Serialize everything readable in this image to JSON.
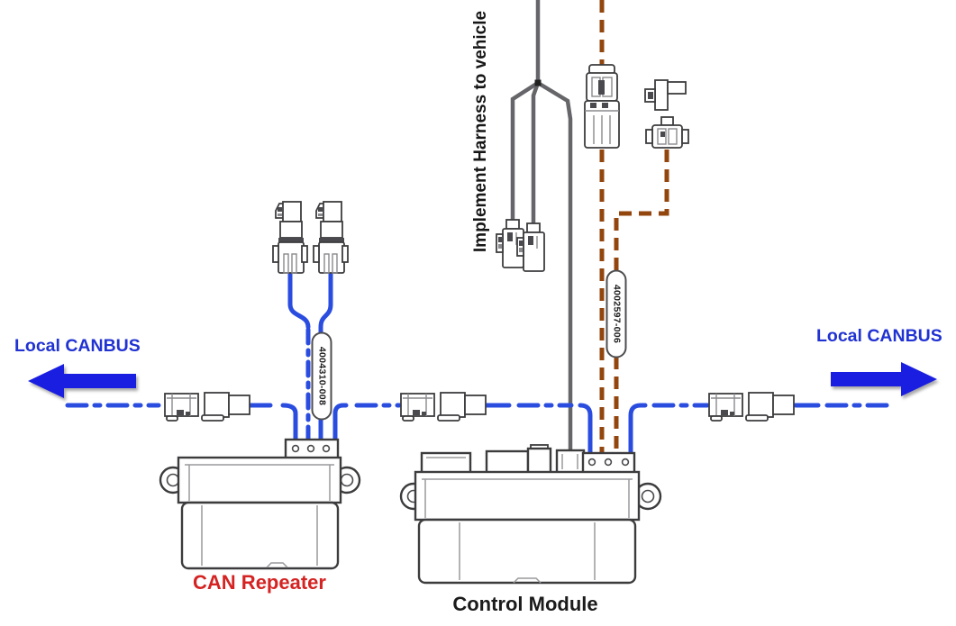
{
  "diagram": {
    "labels": {
      "implement_harness": "Implement Harness to vehicle",
      "local_canbus_left": "Local CANBUS",
      "local_canbus_right": "Local CANBUS",
      "can_repeater": "CAN Repeater",
      "control_module": "Control Module"
    },
    "part_numbers": {
      "repeater_harness": "4004310-008",
      "module_harness": "4002597-006"
    },
    "colors": {
      "canbus_blue": "#2a4de0",
      "arrow_blue": "#1a1ee0",
      "label_blue": "#2032d2",
      "harness_brown": "#93450e",
      "repeater_red": "#d42322",
      "module_label_black": "#1b1b1b",
      "wire_gray": "#66666a",
      "connector_outline": "#3d3d3f"
    }
  }
}
